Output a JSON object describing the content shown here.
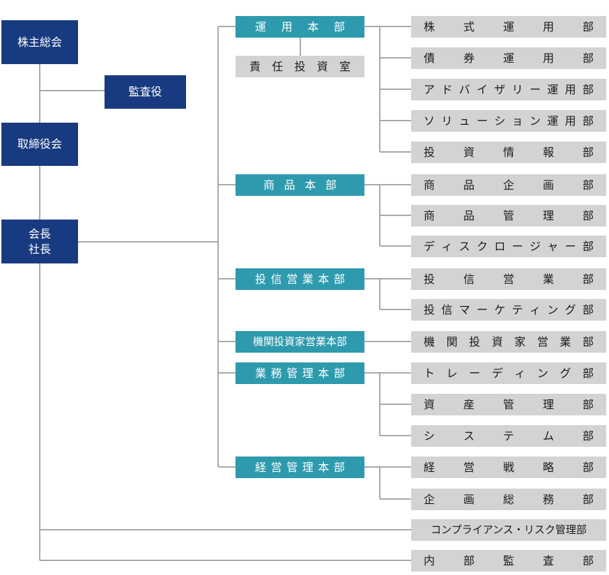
{
  "top": {
    "shareholders": "株主総会",
    "auditor": "監査役",
    "board": "取締役会",
    "president": "会長\n社長"
  },
  "divisions": {
    "investment": "運用本部",
    "product": "商品本部",
    "trust_sales": "投信営業本部",
    "institutional": "機関投資家営業本部",
    "operations": "業務管理本部",
    "management": "経営管理本部"
  },
  "cio_office": "責任投資室",
  "departments": {
    "equity": "株式運用部",
    "bond": "債券運用部",
    "advisory": "アドバイザリー運用部",
    "solution": "ソリューション運用部",
    "info": "投資情報部",
    "planning": "商品企画部",
    "product_mgmt": "商品管理部",
    "disclosure": "ディスクロージャー部",
    "trust_sales_dept": "投信営業部",
    "trust_marketing": "投信マーケティング部",
    "institutional_dept": "機関投資家営業部",
    "trading": "トレーディング部",
    "asset_mgmt": "資産管理部",
    "system": "システム部",
    "strategy": "経営戦略部",
    "corp_planning": "企画総務部",
    "compliance": "コンプライアンス・リスク管理部",
    "internal_audit": "内部監査部"
  },
  "colors": {
    "navy": "#183a80",
    "teal": "#2e9aad",
    "grey": "#d3d3d3",
    "line": "#a9a9a9"
  }
}
